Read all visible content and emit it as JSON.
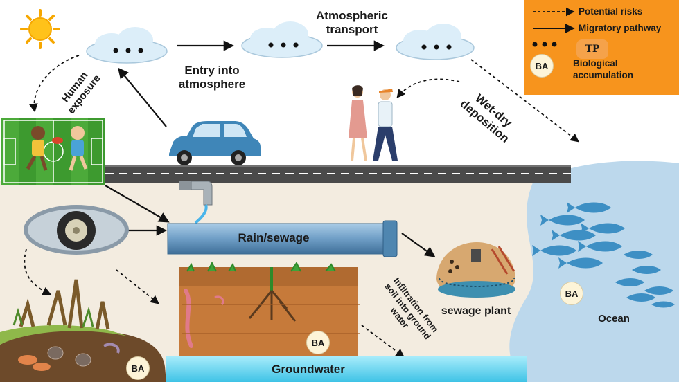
{
  "labels": {
    "entry_line1": "Entry into",
    "entry_line2": "atmosphere",
    "atmos_line1": "Atmospheric",
    "atmos_line2": "transport",
    "human_line1": "Human",
    "human_line2": "exposure",
    "wetdry_line1": "Wet-dry",
    "wetdry_line2": "deposition",
    "rain_sewage": "Rain/sewage",
    "sewage_plant": "sewage plant",
    "ocean": "Ocean",
    "groundwater": "Groundwater",
    "infil_line1": "Infiltration from",
    "infil_line2": "soil into ground",
    "infil_line3": "water"
  },
  "legend": {
    "potential_risks": "Potential risks",
    "migratory_pathway": "Migratory pathway",
    "tp": "TP",
    "ba": "BA",
    "bio_line1": "Biological",
    "bio_line2": "accumulation"
  },
  "ba_badges": [
    "BA",
    "BA",
    "BA"
  ],
  "colors": {
    "legend_bg": "#f7941d",
    "ocean": "#bcd8ec",
    "road": "#4a4a4a",
    "ground": "#f3ece0",
    "pipe": "#6f9ec6",
    "groundwater": "#6fd3ee"
  },
  "icons": [
    "sun-icon",
    "cloud-icon",
    "car-icon",
    "pedestrians-icon",
    "children-playing-icon",
    "tire-icon",
    "faucet-icon",
    "fish-icon",
    "soil-icon",
    "sewage-plant-icon",
    "sediment-icon"
  ]
}
